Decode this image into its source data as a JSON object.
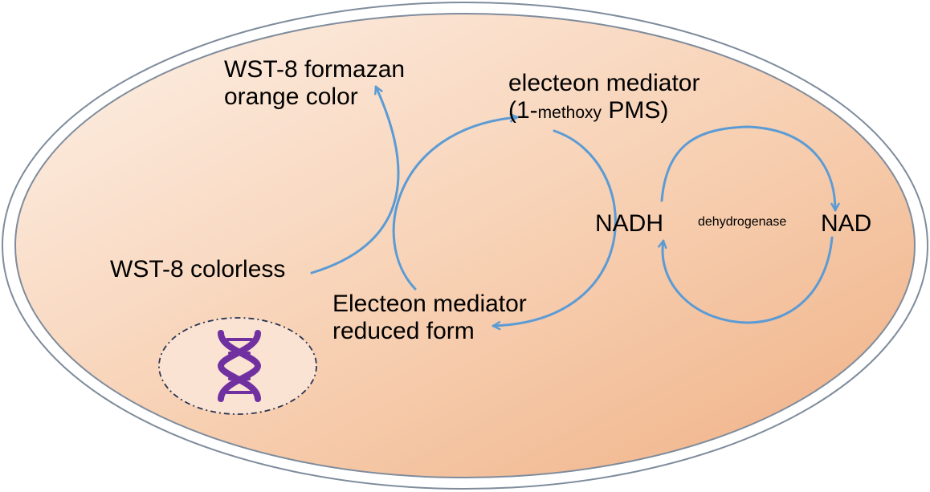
{
  "labels": {
    "formazan_line1": "WST-8 formazan",
    "formazan_line2": "orange color",
    "mediator_ox_line1": "electeon mediator",
    "mediator_ox_prefix": "(1-",
    "mediator_ox_sub": "methoxy",
    "mediator_ox_suffix": " PMS)",
    "wst8_colorless": "WST-8 colorless",
    "mediator_red_line1": "Electeon mediator",
    "mediator_red_line2": "reduced form",
    "nadh": "NADH",
    "dehydrogenase": "dehydrogenase",
    "nad": "NAD"
  },
  "colors": {
    "arrow": "#5b9bd5",
    "cell_fill_light": "#fdf0e6",
    "cell_fill_dark": "#f1b68d",
    "cell_outline": "#7f8c9c",
    "nucleus_fill": "#fbe3d3",
    "nucleus_outline": "#2a3454",
    "dna": "#7030a0"
  },
  "icons": {
    "nucleus": "dna-icon"
  }
}
